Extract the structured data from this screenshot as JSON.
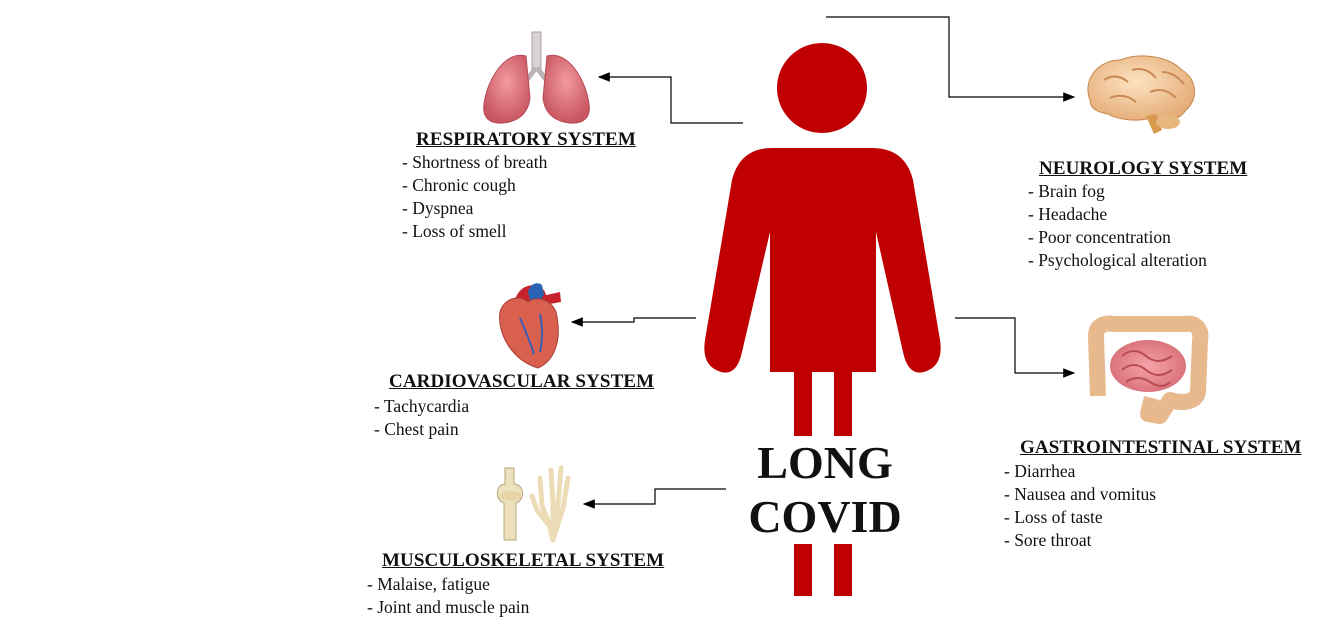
{
  "title": {
    "line1": "LONG",
    "line2": "COVID"
  },
  "colors": {
    "figure": "#c00000",
    "arrow": "#000000"
  },
  "systems": [
    {
      "key": "respiratory",
      "icon": "lungs-icon",
      "heading": "RESPIRATORY SYSTEM",
      "symptoms": [
        "Shortness of breath",
        "Chronic cough",
        "Dyspnea",
        "Loss of smell"
      ]
    },
    {
      "key": "cardiovascular",
      "icon": "heart-icon",
      "heading": "CARDIOVASCULAR SYSTEM",
      "symptoms": [
        "Tachycardia",
        "Chest pain"
      ]
    },
    {
      "key": "musculoskeletal",
      "icon": "bones-icon",
      "heading": "MUSCULOSKELETAL SYSTEM",
      "symptoms": [
        "Malaise, fatigue",
        "Joint and muscle pain"
      ]
    },
    {
      "key": "neurology",
      "icon": "brain-icon",
      "heading": "NEUROLOGY SYSTEM",
      "symptoms": [
        "Brain fog",
        "Headache",
        "Poor concentration",
        "Psychological alteration"
      ]
    },
    {
      "key": "gastrointestinal",
      "icon": "intestine-icon",
      "heading": "GASTROINTESTINAL SYSTEM",
      "symptoms": [
        "Diarrhea",
        "Nausea and vomitus",
        "Loss of taste",
        "Sore throat"
      ]
    }
  ]
}
